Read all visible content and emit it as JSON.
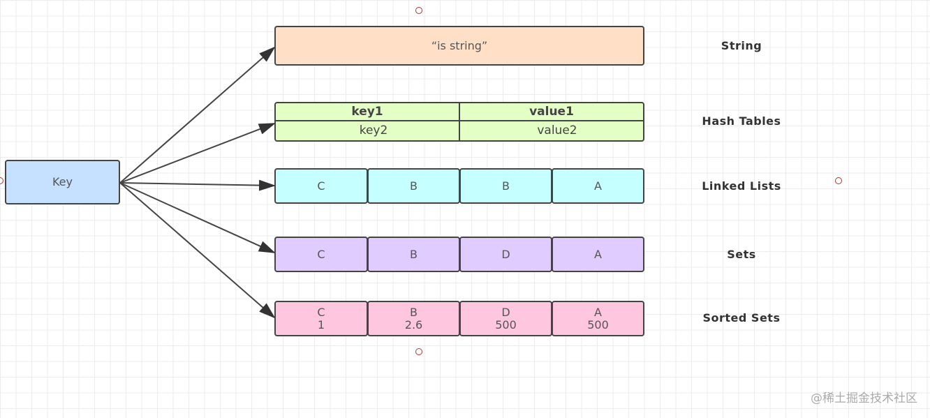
{
  "key": "Key",
  "string": {
    "value": "“is string”",
    "label": "String"
  },
  "hash": {
    "label": "Hash Tables",
    "rows": [
      [
        "key1",
        "value1"
      ],
      [
        "key2",
        "value2"
      ]
    ]
  },
  "linked": {
    "label": "Linked Lists",
    "items": [
      "C",
      "B",
      "B",
      "A"
    ]
  },
  "sets": {
    "label": "Sets",
    "items": [
      "C",
      "B",
      "D",
      "A"
    ]
  },
  "sorted": {
    "label": "Sorted Sets",
    "items": [
      {
        "m": "C",
        "s": "1"
      },
      {
        "m": "B",
        "s": "2.6"
      },
      {
        "m": "D",
        "s": "500"
      },
      {
        "m": "A",
        "s": "500"
      }
    ]
  },
  "watermark": "@稀土掘金技术社区",
  "colors": {
    "key": "#c6e0ff",
    "string": "#ffe0c6",
    "hash": "#e4ffc6",
    "linked": "#c6ffff",
    "sets": "#e0ccff",
    "sorted": "#ffc6e0"
  }
}
